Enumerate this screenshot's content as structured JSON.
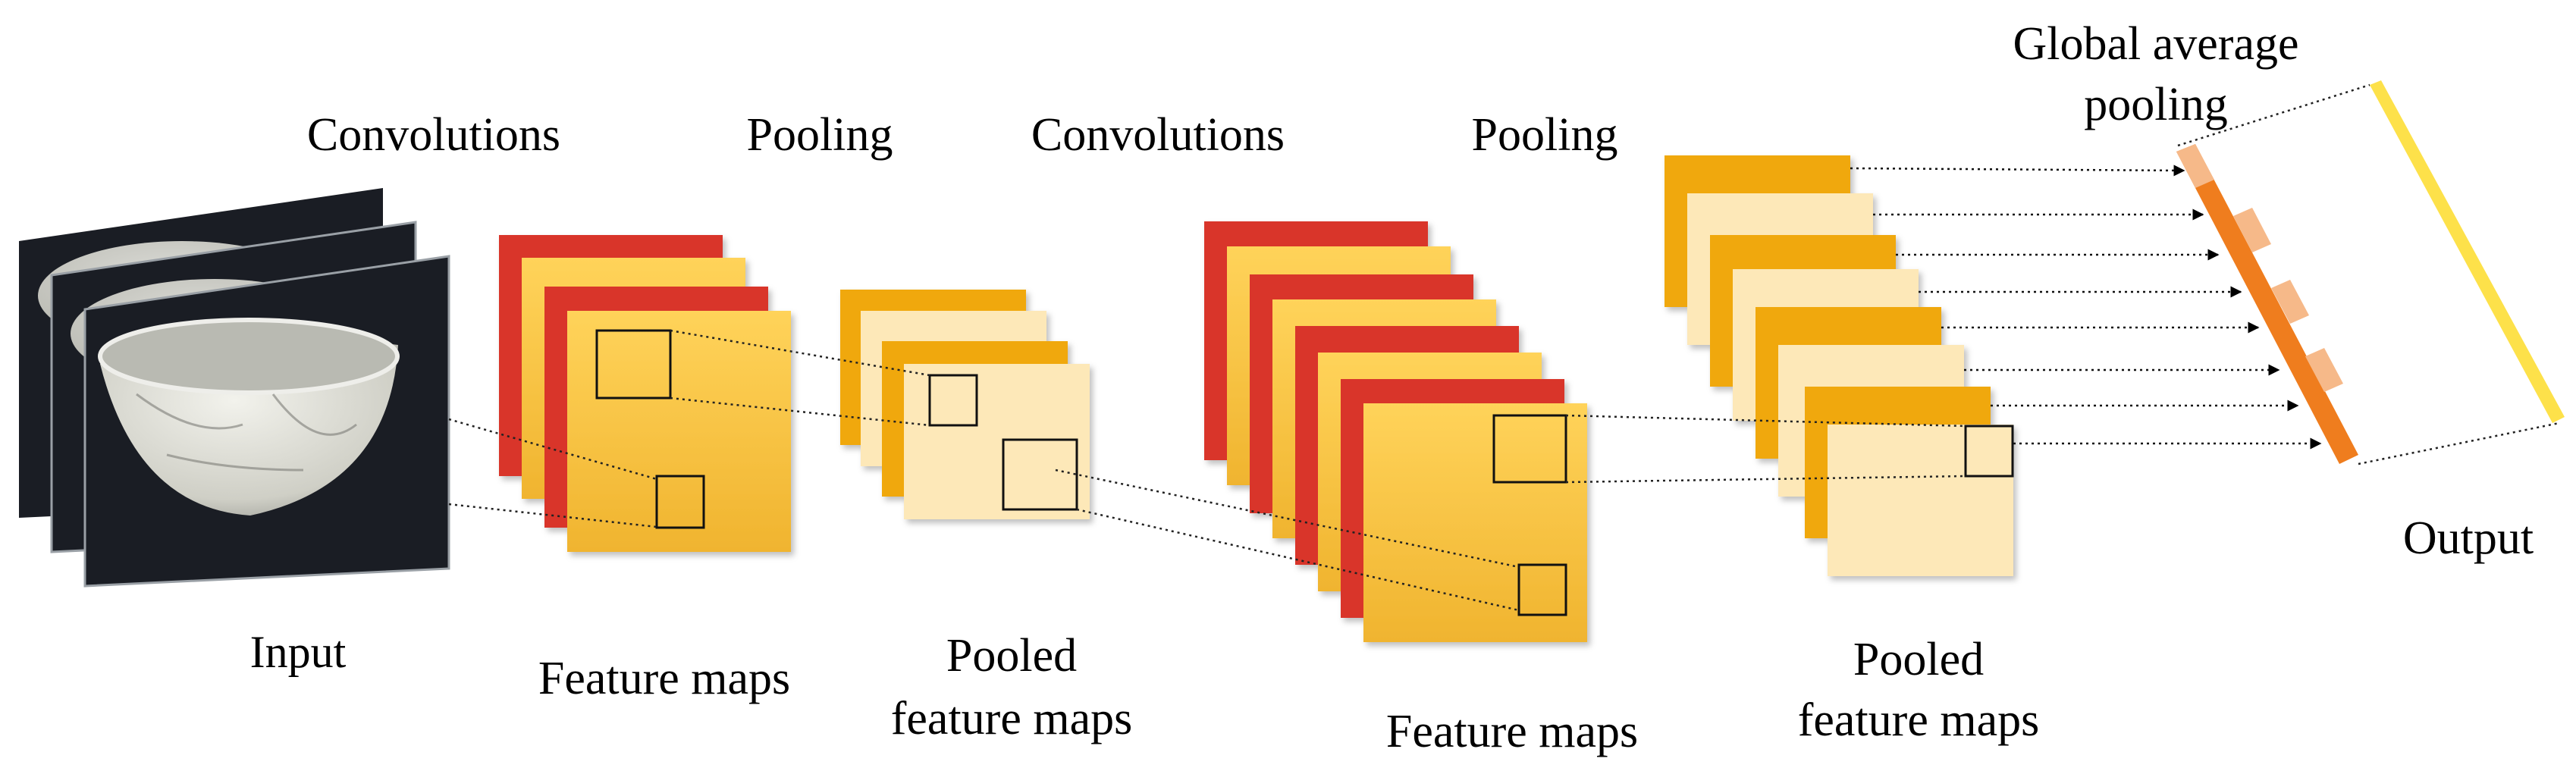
{
  "labels": {
    "convolutions_1": "Convolutions",
    "pooling_1": "Pooling",
    "convolutions_2": "Convolutions",
    "pooling_2": "Pooling",
    "gap_line1": "Global average",
    "gap_line2": "pooling",
    "input": "Input",
    "feature_maps_1": "Feature maps",
    "pooled_1_line1": "Pooled",
    "pooled_1_line2": "feature maps",
    "feature_maps_2": "Feature maps",
    "pooled_2_line1": "Pooled",
    "pooled_2_line2": "feature maps",
    "output": "Output"
  },
  "colors": {
    "red": "#d9342c",
    "orange_dark": "#f0a810",
    "yellow_top": "#ffd35a",
    "yellow_bottom": "#f0b42f",
    "cream": "#fde8b8",
    "peach": "#f6b989",
    "vector_orange": "#ef7d1e",
    "output_yellow": "#fde14a",
    "photo_dark": "#1a1d24",
    "bowl_light": "#dcdcd4"
  },
  "icons": {
    "input_images": "bowl-photo-icon"
  }
}
